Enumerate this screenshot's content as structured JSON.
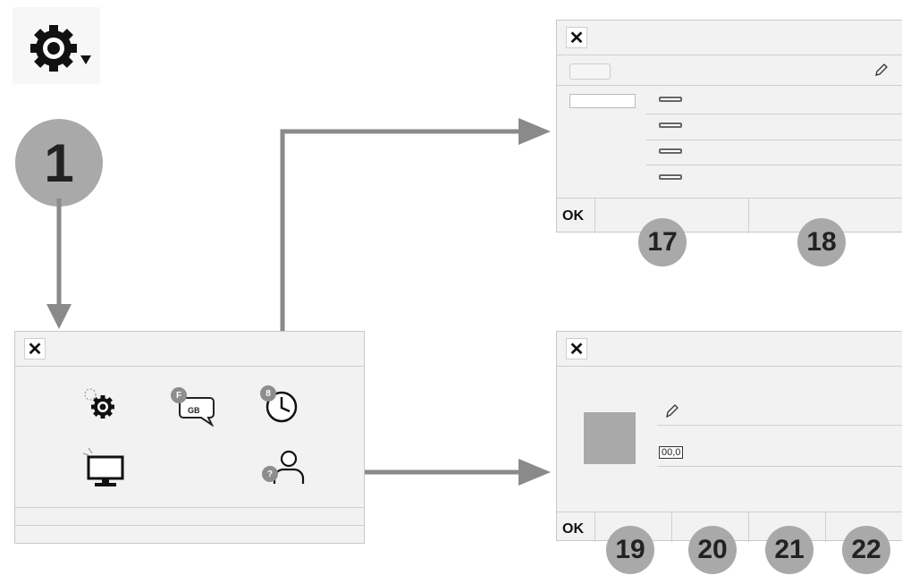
{
  "step_marker": {
    "number": "1",
    "icon": "gear-dropdown-icon"
  },
  "settings_panel": {
    "close_label": "✕",
    "icons": [
      "settings-gear-icon",
      "language-icon",
      "clock-icon",
      "display-icon",
      "user-account-icon"
    ],
    "language_badge_top": "F",
    "language_badge_bottom": "GB",
    "clock_badge": "8",
    "user_badge": "?"
  },
  "time_panel": {
    "close_label": "✕",
    "ok_label": "OK",
    "callouts": [
      "17",
      "18"
    ]
  },
  "user_panel": {
    "close_label": "✕",
    "ok_label": "OK",
    "value_field": "00,0",
    "callouts": [
      "19",
      "20",
      "21",
      "22"
    ]
  },
  "colors": {
    "callout": "#a9a9a9",
    "arrow": "#8a8a8a",
    "panel": "#f2f2f2"
  }
}
